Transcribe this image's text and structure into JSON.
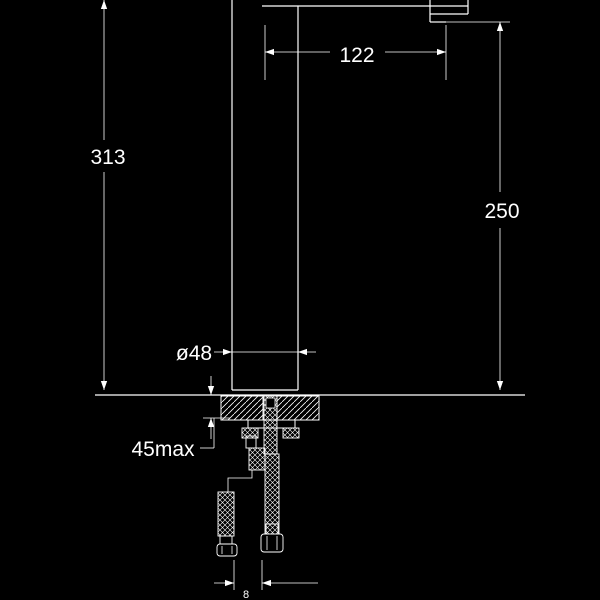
{
  "dimensions": {
    "spout_reach": "122",
    "total_height": "313",
    "spout_height": "250",
    "body_diameter": "ø48",
    "max_deck_thickness": "45max",
    "bottom_width": "8"
  },
  "colors": {
    "background": "#000000",
    "lines": "#ffffff"
  }
}
